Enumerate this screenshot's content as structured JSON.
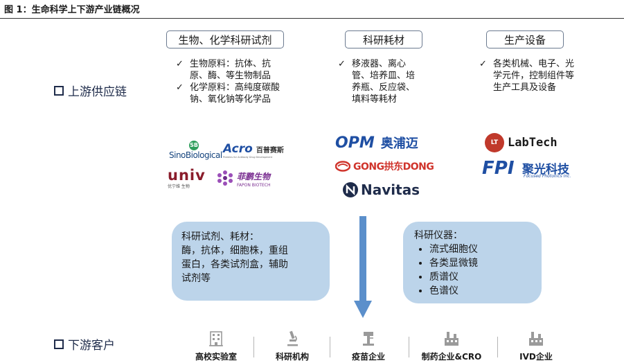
{
  "figure_title": "图 1：生命科学上下游产业链概况",
  "upstream_label": "上游供应链",
  "downstream_label": "下游客户",
  "categories": [
    {
      "title": "生物、化学科研试剂",
      "items": [
        "生物原料：抗体、抗原、酶、等生物制品",
        "化学原料：高纯度碳酸钠、氧化钠等化学品"
      ]
    },
    {
      "title": "科研耗材",
      "items": [
        "移液器、离心管、培养皿、培养瓶、反应袋、填料等耗材"
      ]
    },
    {
      "title": "生产设备",
      "items": [
        "各类机械、电子、光学元件，控制组件等生产工具及设备"
      ]
    }
  ],
  "logos": {
    "sino_badge": "SB",
    "sino_name": "SinoBiological",
    "acro_name": "Acro",
    "acro_cn": "百普赛斯",
    "acro_sub": "Proteins for Antibody Drug Development",
    "univ_name": "univ",
    "univ_sub": "优宁维 生物",
    "fapon_cn": "菲鹏生物",
    "fapon_en": "FAPON BIOTECH",
    "opm_en": "OPM",
    "opm_cn": "奥浦迈",
    "gong_name": "GONG拱东DONG",
    "navitas_name": "Navitas",
    "labtech_badge": "LT",
    "labtech_name": "LabTech",
    "fpi_abbr": "FPI",
    "fpi_cn": "聚光科技",
    "fpi_en": "Focused Photonics Inc."
  },
  "callout_left": {
    "lines": [
      "科研试剂、耗材：",
      "酶，抗体，细胞株，重组",
      "蛋白，各类试剂盒，辅助",
      "试剂等"
    ]
  },
  "callout_right": {
    "heading": "科研仪器：",
    "items": [
      "流式细胞仪",
      "各类显微镜",
      "质谱仪",
      "色谱仪"
    ]
  },
  "customers": [
    {
      "label": "高校实验室",
      "icon": "university-building-icon"
    },
    {
      "label": "科研机构",
      "icon": "microscope-icon"
    },
    {
      "label": "疫苗企业",
      "icon": "vaccine-lab-icon"
    },
    {
      "label": "制药企业&CRO",
      "icon": "pharma-factory-icon"
    },
    {
      "label": "IVD企业",
      "icon": "ivd-factory-icon"
    }
  ],
  "colors": {
    "callout_fill": "#bcd4ea",
    "arrow": "#5b8fcb",
    "navy": "#1e2b4a",
    "logo_blue": "#1f4fa3",
    "logo_red": "#c0392b"
  }
}
